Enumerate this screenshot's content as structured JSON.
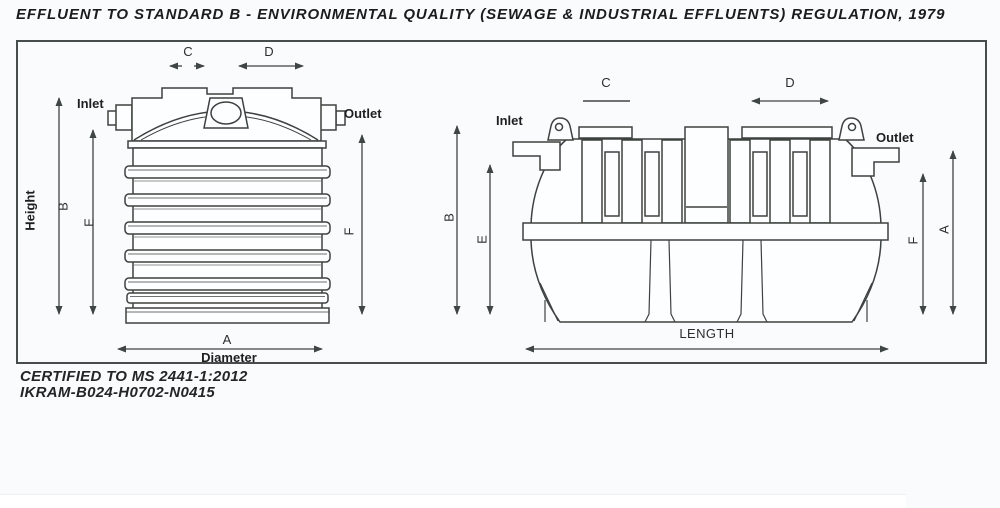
{
  "title": "EFFLUENT TO STANDARD B - ENVIRONMENTAL QUALITY (SEWAGE & INDUSTRIAL EFFLUENTS) REGULATION, 1979",
  "certification": {
    "line1": "CERTIFIED TO MS 2441-1:2012",
    "line2": "IKRAM-B024-H0702-N0415"
  },
  "left_tank": {
    "labels": {
      "inlet": "Inlet",
      "outlet": "Outlet",
      "height": "Height",
      "b": "B",
      "e": "E",
      "f": "F",
      "c": "C",
      "d": "D",
      "a": "A",
      "diameter": "Diameter"
    }
  },
  "right_tank": {
    "labels": {
      "inlet": "Inlet",
      "outlet": "Outlet",
      "b": "B",
      "e": "E",
      "f": "F",
      "a": "A",
      "c": "C",
      "d": "D",
      "length": "LENGTH"
    }
  },
  "colors": {
    "line": "#3c423f",
    "text": "#1c1e1d",
    "paper": "#fafbfd"
  }
}
